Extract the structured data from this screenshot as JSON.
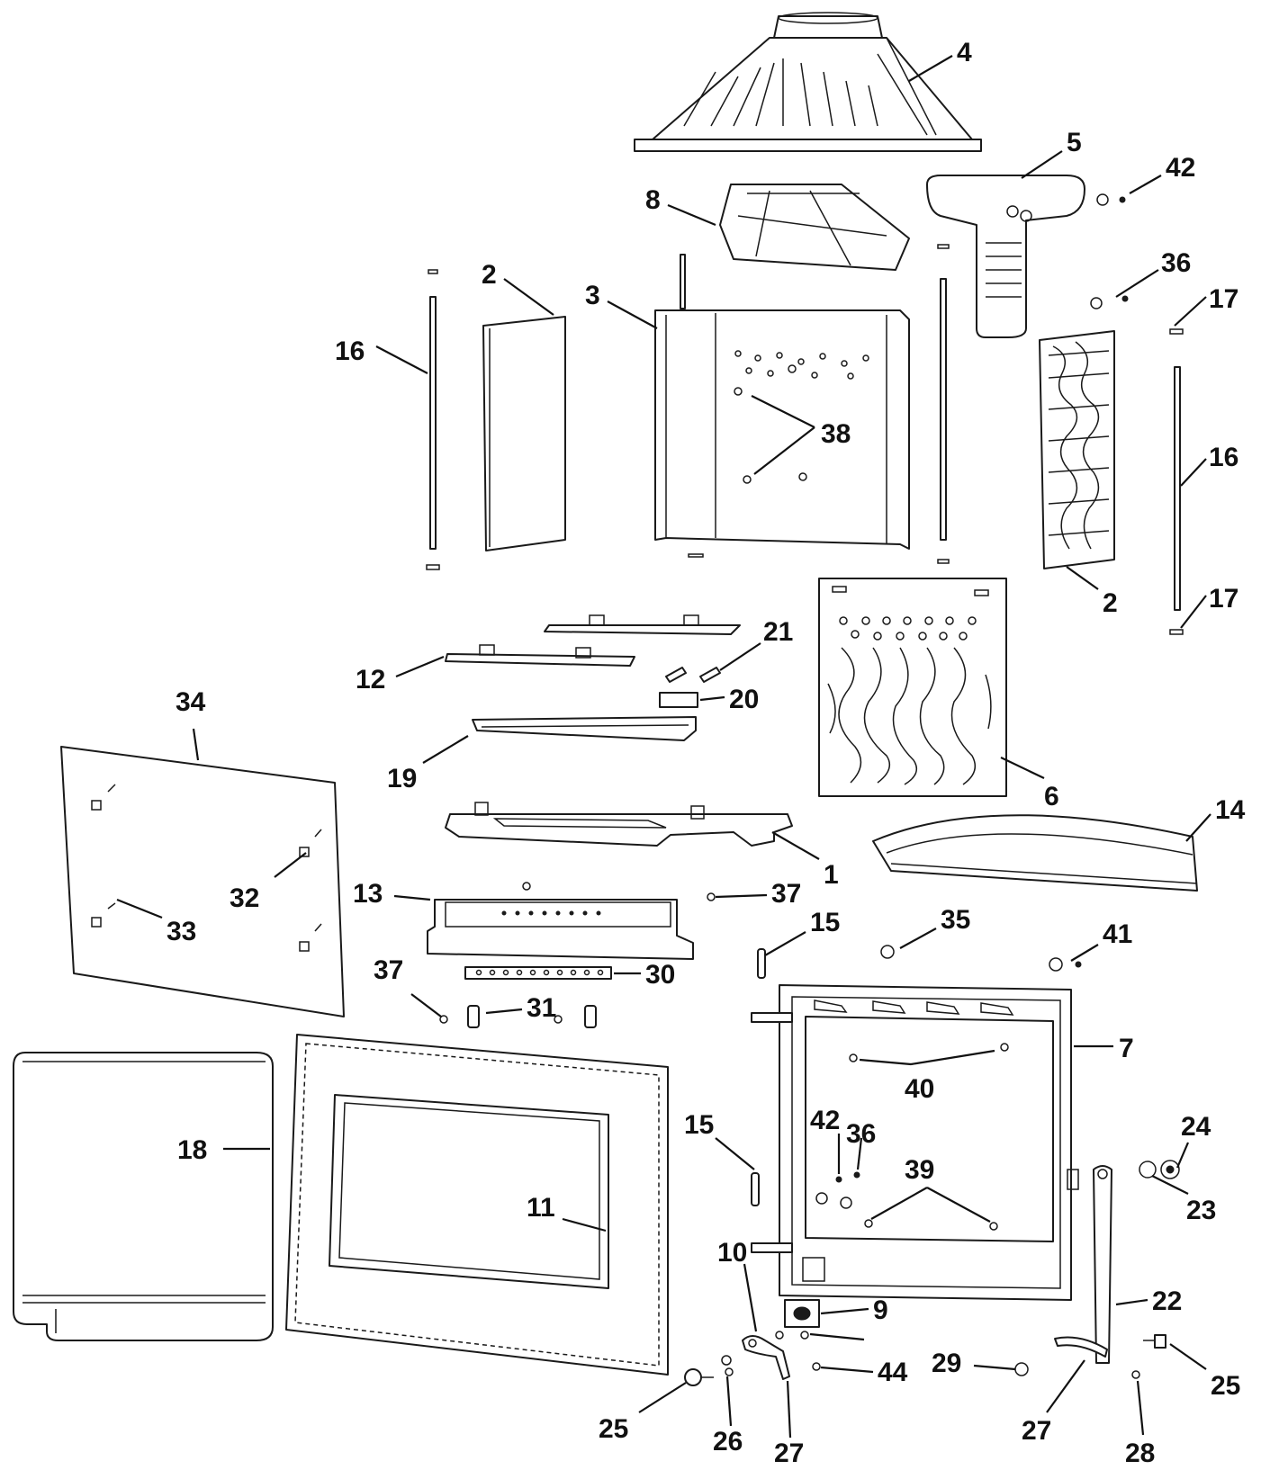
{
  "diagram": {
    "type": "exploded-parts-view",
    "callouts": [
      {
        "id": "c4",
        "text": "4"
      },
      {
        "id": "c5",
        "text": "5"
      },
      {
        "id": "c42a",
        "text": "42"
      },
      {
        "id": "c8",
        "text": "8"
      },
      {
        "id": "c36a",
        "text": "36"
      },
      {
        "id": "c2a",
        "text": "2"
      },
      {
        "id": "c3",
        "text": "3"
      },
      {
        "id": "c17a",
        "text": "17"
      },
      {
        "id": "c16a",
        "text": "16"
      },
      {
        "id": "c38",
        "text": "38"
      },
      {
        "id": "c16b",
        "text": "16"
      },
      {
        "id": "c2b",
        "text": "2"
      },
      {
        "id": "c17b",
        "text": "17"
      },
      {
        "id": "c21",
        "text": "21"
      },
      {
        "id": "c12",
        "text": "12"
      },
      {
        "id": "c20",
        "text": "20"
      },
      {
        "id": "c34",
        "text": "34"
      },
      {
        "id": "c19",
        "text": "19"
      },
      {
        "id": "c6",
        "text": "6"
      },
      {
        "id": "c14",
        "text": "14"
      },
      {
        "id": "c1",
        "text": "1"
      },
      {
        "id": "c13",
        "text": "13"
      },
      {
        "id": "c37a",
        "text": "37"
      },
      {
        "id": "c32",
        "text": "32"
      },
      {
        "id": "c15a",
        "text": "15"
      },
      {
        "id": "c35",
        "text": "35"
      },
      {
        "id": "c41",
        "text": "41"
      },
      {
        "id": "c33",
        "text": "33"
      },
      {
        "id": "c30",
        "text": "30"
      },
      {
        "id": "c37b",
        "text": "37"
      },
      {
        "id": "c31",
        "text": "31"
      },
      {
        "id": "c7",
        "text": "7"
      },
      {
        "id": "c40",
        "text": "40"
      },
      {
        "id": "c18",
        "text": "18"
      },
      {
        "id": "c15b",
        "text": "15"
      },
      {
        "id": "c42b",
        "text": "42"
      },
      {
        "id": "c36b",
        "text": "36"
      },
      {
        "id": "c24",
        "text": "24"
      },
      {
        "id": "c39",
        "text": "39"
      },
      {
        "id": "c23",
        "text": "23"
      },
      {
        "id": "c11",
        "text": "11"
      },
      {
        "id": "c10",
        "text": "10"
      },
      {
        "id": "c9",
        "text": "9"
      },
      {
        "id": "c22",
        "text": "22"
      },
      {
        "id": "c44",
        "text": "44"
      },
      {
        "id": "c29",
        "text": "29"
      },
      {
        "id": "c25a",
        "text": "25"
      },
      {
        "id": "c25b",
        "text": "25"
      },
      {
        "id": "c26",
        "text": "26"
      },
      {
        "id": "c27a",
        "text": "27"
      },
      {
        "id": "c27b",
        "text": "27"
      },
      {
        "id": "c28",
        "text": "28"
      }
    ]
  }
}
